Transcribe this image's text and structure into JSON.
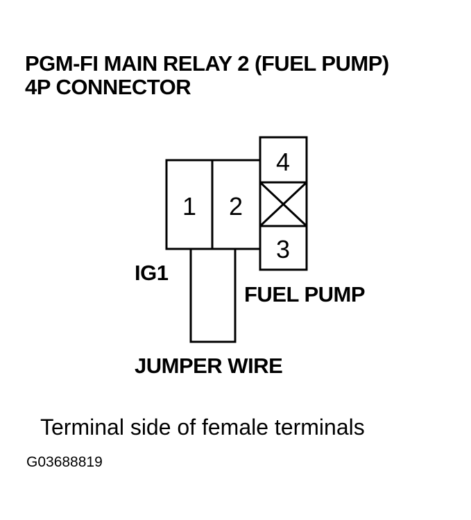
{
  "title": {
    "line1": "PGM-FI MAIN RELAY 2 (FUEL PUMP)",
    "line2": "4P CONNECTOR"
  },
  "connector": {
    "pins": {
      "pin1": "1",
      "pin2": "2",
      "pin3": "3",
      "pin4": "4"
    }
  },
  "labels": {
    "ig1": "IG1",
    "fuel_pump": "FUEL PUMP",
    "jumper_wire": "JUMPER WIRE"
  },
  "caption": "Terminal side of female terminals",
  "figure_code": "G03688819",
  "colors": {
    "line": "#000000",
    "background": "#ffffff"
  }
}
